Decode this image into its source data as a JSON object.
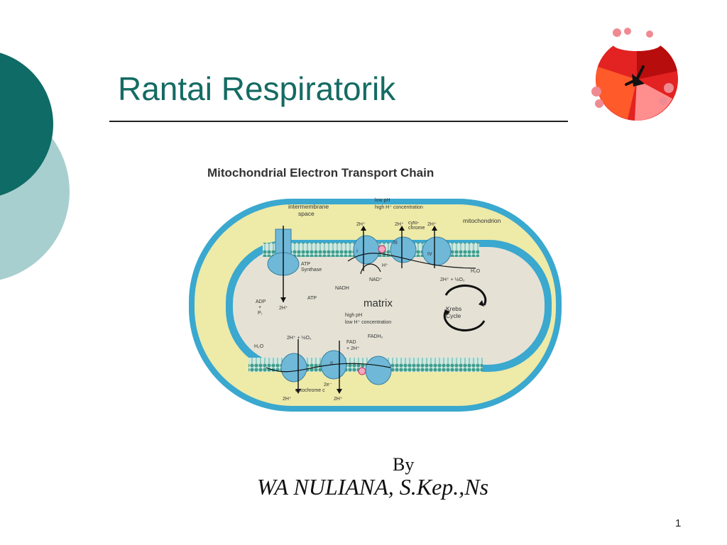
{
  "slide": {
    "title": "Rantai Respiratorik",
    "by_label": "By",
    "author": "WA NULIANA, S.Kep.,Ns",
    "page_number": "1"
  },
  "colors": {
    "title": "#156b63",
    "left_circle_dark": "#0e6b66",
    "left_circle_light": "#a8cfcf",
    "outer_membrane": "#3aa8cf",
    "intermembrane": "#eeeaa8",
    "matrix": "#e5e2d5"
  },
  "diagram": {
    "title": "Mitochondrial Electron Transport Chain",
    "labels": {
      "intermembrane": [
        "intermembrane",
        "space"
      ],
      "low_ph": [
        "low pH",
        "high H⁺ concentration"
      ],
      "mitochondrion": "mitochondrion",
      "atp_synthase": [
        "ATP",
        "Synthase"
      ],
      "atp": "ATP",
      "adp": [
        "ADP",
        "+",
        "Pᵢ"
      ],
      "two_h": "2H⁺",
      "h_plus": "H⁺",
      "nad": "NAD⁺",
      "nadh": "NADH",
      "matrix": "matrix",
      "high_ph": [
        "high pH",
        "low H⁺ concentration"
      ],
      "krebs": [
        "Krebs",
        "Cycle"
      ],
      "h2o": "H₂O",
      "half_o2": "2H⁺ + ½O₂",
      "fadh2": "FADH₂",
      "fad": [
        "FAD",
        "+ 2H⁺"
      ],
      "two_e": "2e⁻",
      "cyt_c": "cytochrome c",
      "cyt_c_top": [
        "cyto-",
        "chrome"
      ],
      "complexes": [
        "I",
        "II",
        "III",
        "IV"
      ]
    }
  }
}
